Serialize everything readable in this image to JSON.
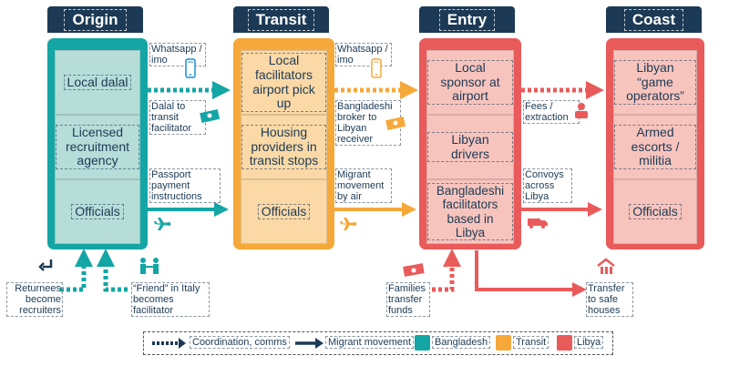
{
  "headers": {
    "origin": "Origin",
    "transit": "Transit",
    "entry": "Entry",
    "coast": "Coast"
  },
  "origin_boxes": [
    "Local dalal",
    "Licensed recruitment agency",
    "Officials"
  ],
  "transit_boxes": [
    "Local facilitators airport pick up",
    "Housing providers in transit stops",
    "Officials"
  ],
  "entry_boxes": [
    "Local sponsor at airport",
    "Libyan drivers",
    "Bangladeshi facilitators based in Libya"
  ],
  "coast_boxes": [
    "Libyan “game operators”",
    "Armed escorts / militia",
    "Officials"
  ],
  "notes": {
    "o_whatsapp": "Whatsapp / imo",
    "o_dalal": "Dalal to transit facilitator",
    "o_passport": "Passport payment instructions",
    "t_whatsapp": "Whatsapp / imo",
    "t_broker": "Bangladeshi broker to Libyan receiver",
    "t_migrant": "Migrant movement by air",
    "e_fees": "Fees / extraction",
    "e_convoys": "Convoys across Libya",
    "returnees": "Returnees become recruiters",
    "friend": "“Friend” in Italy becomes facilitator",
    "families": "Families transfer funds",
    "safehouses": "Transfer to safe houses"
  },
  "legend": {
    "coordination": "Coordination, comms",
    "migrant": "Migrant movement",
    "bangladesh": "Bangladesh",
    "transit": "Transit",
    "libya": "Libya"
  },
  "colors": {
    "navy": "#1c3a55",
    "teal": "#14a5a5",
    "orange": "#f6a83a",
    "red": "#e95b5b",
    "teal_light": "#b7ddd9",
    "orange_light": "#fbd9a7",
    "red_light": "#f7c4bd"
  },
  "icons": [
    "phone-icon",
    "money-icon",
    "airplane-icon",
    "return-arrow-icon",
    "family-icon",
    "cash-icon",
    "truck-icon",
    "house-icon",
    "bus-icon"
  ]
}
